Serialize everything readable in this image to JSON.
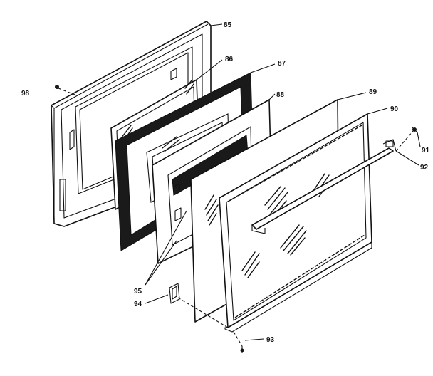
{
  "callouts": [
    {
      "id": "outer-door-frame",
      "text": "85"
    },
    {
      "id": "door-liner",
      "text": "86"
    },
    {
      "id": "insulation",
      "text": "87"
    },
    {
      "id": "inner-frame",
      "text": "88"
    },
    {
      "id": "glass-panel",
      "text": "89"
    },
    {
      "id": "door-outer-panel",
      "text": "90"
    },
    {
      "id": "handle-screw",
      "text": "91"
    },
    {
      "id": "door-handle",
      "text": "92"
    },
    {
      "id": "bottom-screw",
      "text": "93"
    },
    {
      "id": "hinge-clip",
      "text": "94"
    },
    {
      "id": "retainer-clips",
      "text": "95"
    },
    {
      "id": "top-screw",
      "text": "98"
    }
  ]
}
